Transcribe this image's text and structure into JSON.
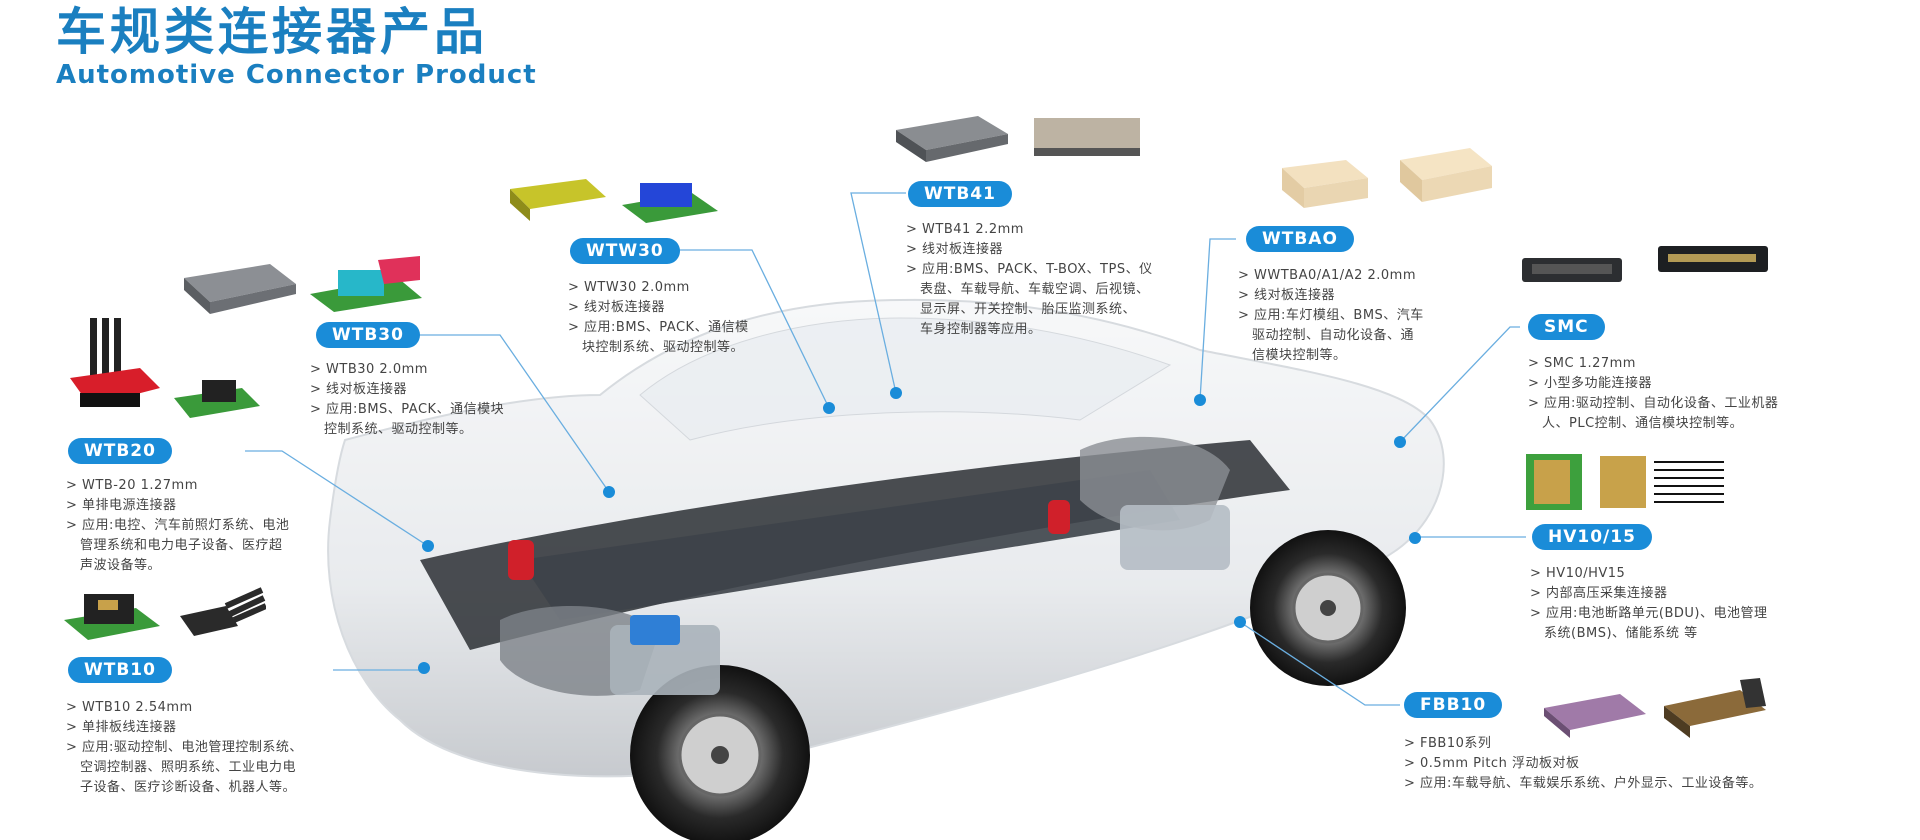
{
  "header": {
    "title_cn": "车规类连接器产品",
    "title_en": "Automotive Connector Product"
  },
  "colors": {
    "accent": "#1a8cd8",
    "title": "#1a7fc0",
    "dot": "#1a8cd8"
  },
  "products": {
    "wtb20": {
      "label": "WTB20",
      "lines": [
        "> WTB-20 1.27mm",
        "> 单排电源连接器",
        "> 应用:电控、汽车前照灯系统、电池",
        "管理系统和电力电子设备、医疗超",
        "声波设备等。"
      ]
    },
    "wtb30": {
      "label": "WTB30",
      "lines": [
        "> WTB30 2.0mm",
        "> 线对板连接器",
        "> 应用:BMS、PACK、通信模块",
        "控制系统、驱动控制等。"
      ]
    },
    "wtw30": {
      "label": "WTW30",
      "lines": [
        "> WTW30 2.0mm",
        "> 线对板连接器",
        "> 应用:BMS、PACK、通信模",
        "块控制系统、驱动控制等。"
      ]
    },
    "wtb41": {
      "label": "WTB41",
      "lines": [
        "> WTB41 2.2mm",
        "> 线对板连接器",
        "> 应用:BMS、PACK、T-BOX、TPS、仪",
        "表盘、车载导航、车载空调、后视镜、",
        "显示屏、开关控制、胎压监测系统、",
        "车身控制器等应用。"
      ]
    },
    "wtbao": {
      "label": "WTBAO",
      "lines": [
        "> WWTBA0/A1/A2 2.0mm",
        "> 线对板连接器",
        "> 应用:车灯模组、BMS、汽车",
        "驱动控制、自动化设备、通",
        "信模块控制等。"
      ]
    },
    "smc": {
      "label": "SMC",
      "lines": [
        "> SMC 1.27mm",
        "> 小型多功能连接器",
        "> 应用:驱动控制、自动化设备、工业机器",
        "人、PLC控制、通信模块控制等。"
      ]
    },
    "hv": {
      "label": "HV10/15",
      "lines": [
        "> HV10/HV15",
        "> 内部高压采集连接器",
        "> 应用:电池断路单元(BDU)、电池管理",
        "系统(BMS)、储能系统 等"
      ]
    },
    "wtb10": {
      "label": "WTB10",
      "lines": [
        "> WTB10 2.54mm",
        "> 单排板线连接器",
        "> 应用:驱动控制、电池管理控制系统、",
        "空调控制器、照明系统、工业电力电",
        "子设备、医疗诊断设备、机器人等。"
      ]
    },
    "fbb10": {
      "label": "FBB10",
      "lines": [
        "> FBB10系列",
        "> 0.5mm Pitch 浮动板对板",
        "> 应用:车载导航、车载娱乐系统、户外显示、工业设备等。"
      ]
    }
  }
}
